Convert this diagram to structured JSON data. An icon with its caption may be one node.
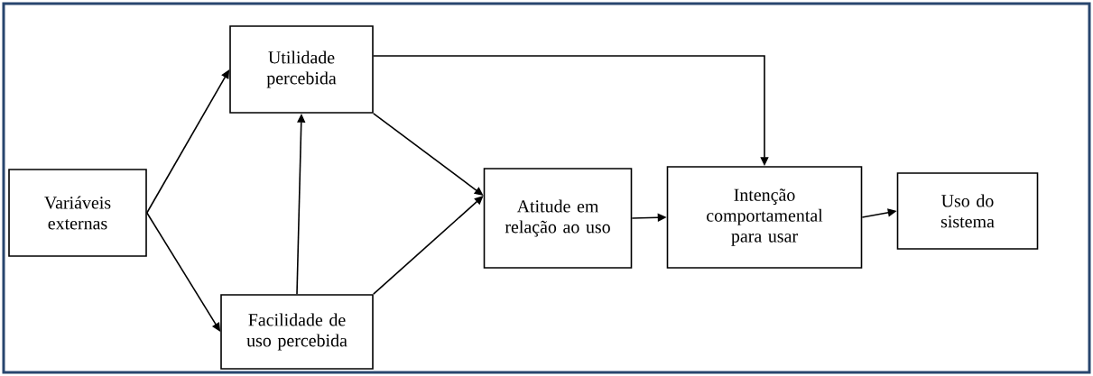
{
  "diagram": {
    "nodes": [
      {
        "text": [
          "Variáveis externas"
        ]
      },
      {
        "text": [
          "Utilidade percebida"
        ]
      },
      {
        "text": [
          "Facilidade de uso percebida"
        ]
      },
      {
        "text": [
          "Atitude em relação ao uso"
        ]
      },
      {
        "text": [
          "Intenção comportamental para usar"
        ]
      },
      {
        "text": [
          "Uso do sistema"
        ]
      }
    ],
    "edges": [
      {
        "from": 0,
        "to": 1,
        "arrow": "to"
      },
      {
        "from": 0,
        "to": 2,
        "arrow": "to"
      },
      {
        "from": 2,
        "to": 1,
        "arrow": "to"
      },
      {
        "from": 1,
        "to": 3,
        "arrow": "to"
      },
      {
        "from": 2,
        "to": 3,
        "arrow": "to"
      },
      {
        "from": 3,
        "to": 4,
        "arrow": "to"
      },
      {
        "from": 1,
        "to": 4,
        "arrow": "to"
      },
      {
        "from": 4,
        "to": 5,
        "arrow": "to"
      }
    ]
  }
}
